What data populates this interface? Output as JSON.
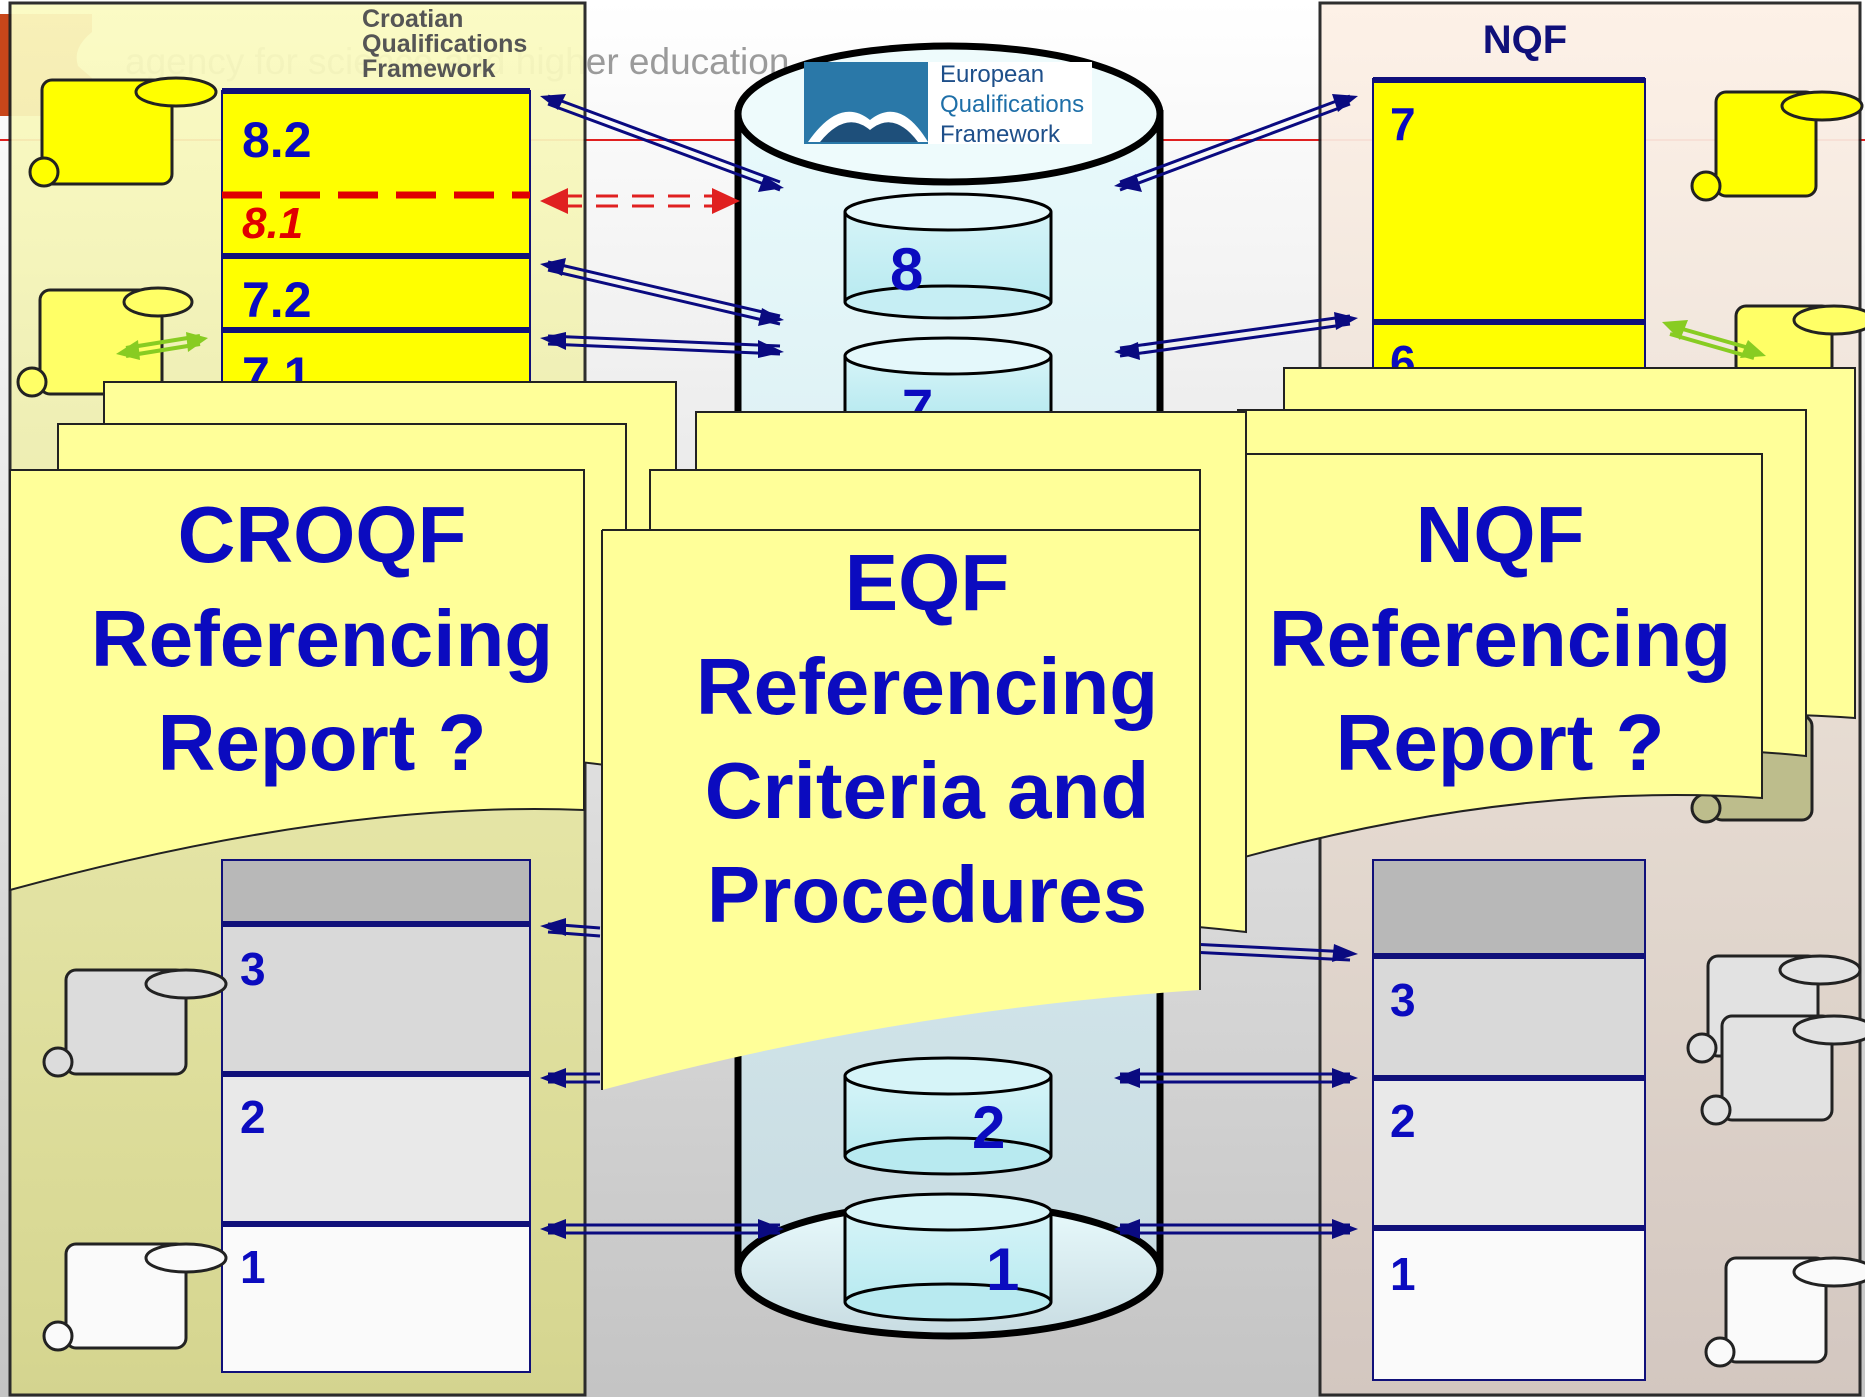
{
  "header": {
    "agency_text": "agency for science and higher education"
  },
  "croqf": {
    "title_line1": "Croatian",
    "title_line2": "Qualifications",
    "title_line3": "Framework",
    "levels_top": [
      "8.2",
      "8.1",
      "7.2",
      "7.1"
    ],
    "levels_bottom": [
      "3",
      "2",
      "1"
    ]
  },
  "eqf": {
    "logo_line1": "European",
    "logo_line2": "Qualifications",
    "logo_line3": "Framework",
    "levels_visible": [
      "8",
      "7",
      "2",
      "1"
    ]
  },
  "nqf": {
    "title": "NQF",
    "levels_top": [
      "7",
      "6"
    ],
    "levels_bottom": [
      "3",
      "2",
      "1"
    ]
  },
  "callouts": {
    "croqf_report": [
      "CROQF",
      "Referencing",
      "Report ?"
    ],
    "eqf_criteria": [
      "EQF",
      "Referencing",
      "Criteria and",
      "Procedures"
    ],
    "nqf_report": [
      "NQF",
      "Referencing",
      "Report ?"
    ]
  },
  "colors": {
    "level_text": "#0b0bbf",
    "highlight_level": "#e00000",
    "yellow_box": "#ffff00",
    "note_fill": "#ffff99",
    "arrow_dark": "#0a0a80",
    "arrow_green": "#88cc22",
    "red_line": "#e02020"
  }
}
